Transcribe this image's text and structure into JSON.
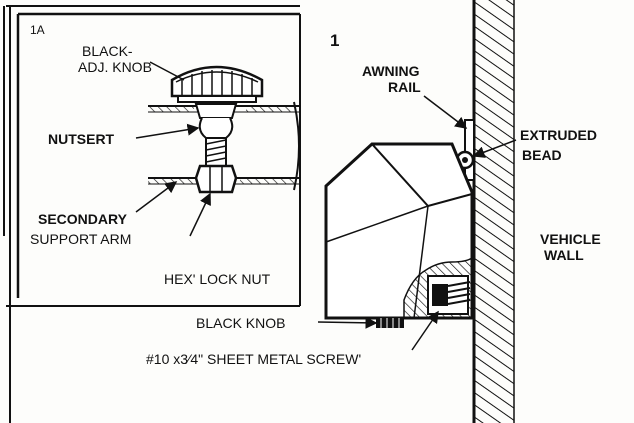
{
  "labels": {
    "inset_number": "1A",
    "figure_number": "1",
    "black_adj_knob_line1": "BLACK-",
    "black_adj_knob_line2": "ADJ. KNOB",
    "nutsert": "NUTSERT",
    "secondary_support_arm_line1": "SECONDARY",
    "secondary_support_arm_line2": "SUPPORT ARM",
    "hex_lock_nut": "HEX' LOCK NUT",
    "awning_rail_line1": "AWNING",
    "awning_rail_line2": "RAIL",
    "extruded_bead_line1": "EXTRUDED",
    "extruded_bead_line2": "BEAD",
    "vehicle_wall_line1": "VEHICLE",
    "vehicle_wall_line2": "WALL",
    "black_knob": "BLACK KNOB",
    "sheet_metal_screw": "#10 x3⁄4\" SHEET METAL SCREW'"
  },
  "colors": {
    "ink": "#111111",
    "paper": "#fdfdfb"
  }
}
